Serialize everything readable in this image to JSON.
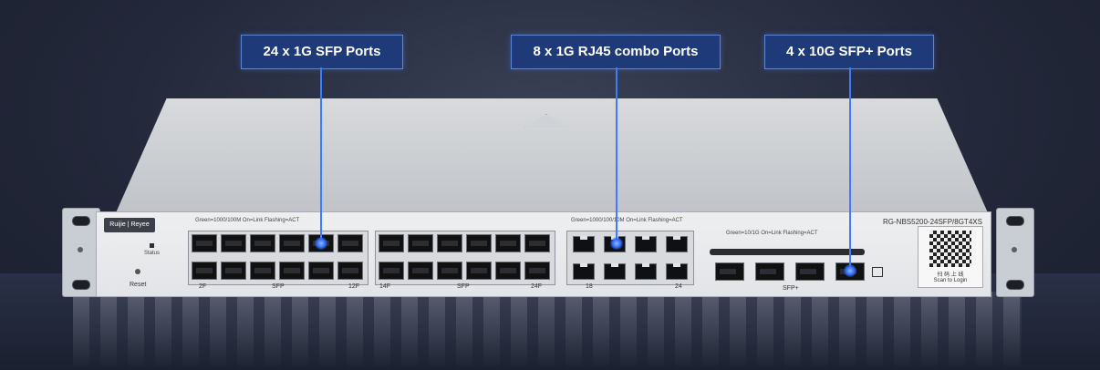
{
  "callouts": {
    "sfp_1g": "24 x 1G SFP Ports",
    "rj45_combo": "8 x 1G RJ45 combo Ports",
    "sfp_plus_10g": "4 x 10G SFP+ Ports"
  },
  "switch": {
    "brand": "Ruijie | Reyee",
    "model": "RG-NBS5200-24SFP/8GT4XS",
    "status_label": "Status",
    "reset_label": "Reset",
    "sfp_led_legend": "Green=1000/100M  On=Link  Flashing=ACT",
    "rj45_led_legend": "Green=1000/100/10M  On=Link  Flashing=ACT",
    "sfp_plus_led_legend": "Green=10/1G  On=Link  Flashing=ACT",
    "sfp_group1_label": "SFP",
    "sfp_group1_start": "2F",
    "sfp_group1_end": "12F",
    "sfp_group2_label": "SFP",
    "sfp_group2_start": "14F",
    "sfp_group2_end": "24F",
    "rj45_port_left": "18",
    "rj45_port_right": "24",
    "sfp_plus_label": "SFP+",
    "qr_title": "扫 码 上 线",
    "qr_subtitle": "Scan to Login"
  },
  "colors": {
    "callout_bg": "#1e3a78",
    "callout_border": "#5f86d2",
    "pointer_line": "#3d7bff",
    "background": "#23283a"
  }
}
